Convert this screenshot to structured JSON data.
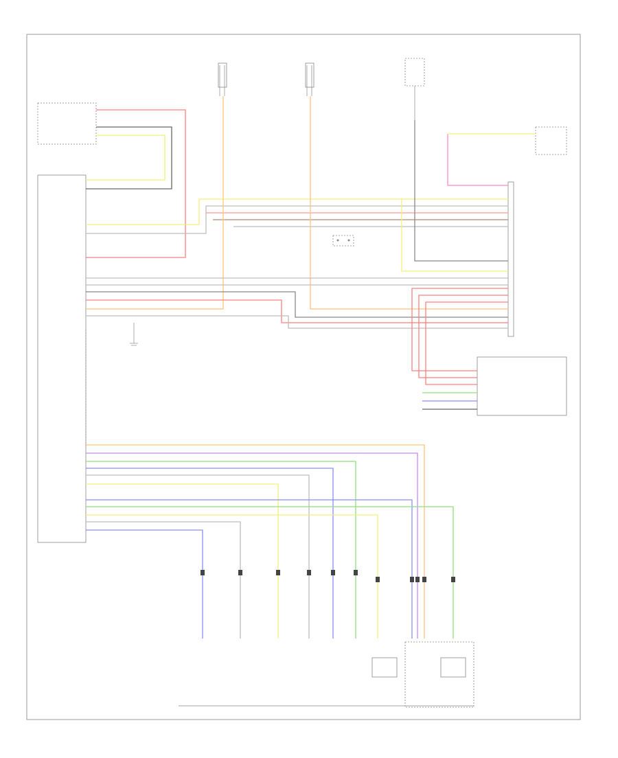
{
  "diagram": {
    "page_label": "",
    "top_feeds": [
      {
        "id": "feed1",
        "label": ""
      },
      {
        "id": "feed2",
        "label": ""
      },
      {
        "id": "feed3",
        "label": ""
      }
    ],
    "left_modules": {
      "ecm_top": "",
      "tcm": "",
      "tcm_caption": ""
    },
    "right_modules": {
      "ecm_right": "",
      "tcm_right": "",
      "cluster": "",
      "cluster_caption": ""
    },
    "bottom_components": [
      {
        "id": "c1",
        "label": ""
      },
      {
        "id": "c2",
        "label": ""
      },
      {
        "id": "c3",
        "label": ""
      },
      {
        "id": "c4",
        "label": ""
      },
      {
        "id": "c5",
        "label": ""
      },
      {
        "id": "c6",
        "label": ""
      },
      {
        "id": "c7",
        "label": ""
      },
      {
        "id": "c8",
        "label": ""
      },
      {
        "id": "c9",
        "label": ""
      }
    ],
    "bottom_group_label": "",
    "transmission_label": "",
    "wire_colors": {
      "red": "#ff7f7f",
      "yellow": "#f3ef7a",
      "orange": "#ffc27a",
      "green": "#8fe07a",
      "blue": "#8a8cff",
      "violet": "#c08cff",
      "gray": "#bdbdbd",
      "dark": "#666666",
      "brown": "#b08a70"
    }
  }
}
